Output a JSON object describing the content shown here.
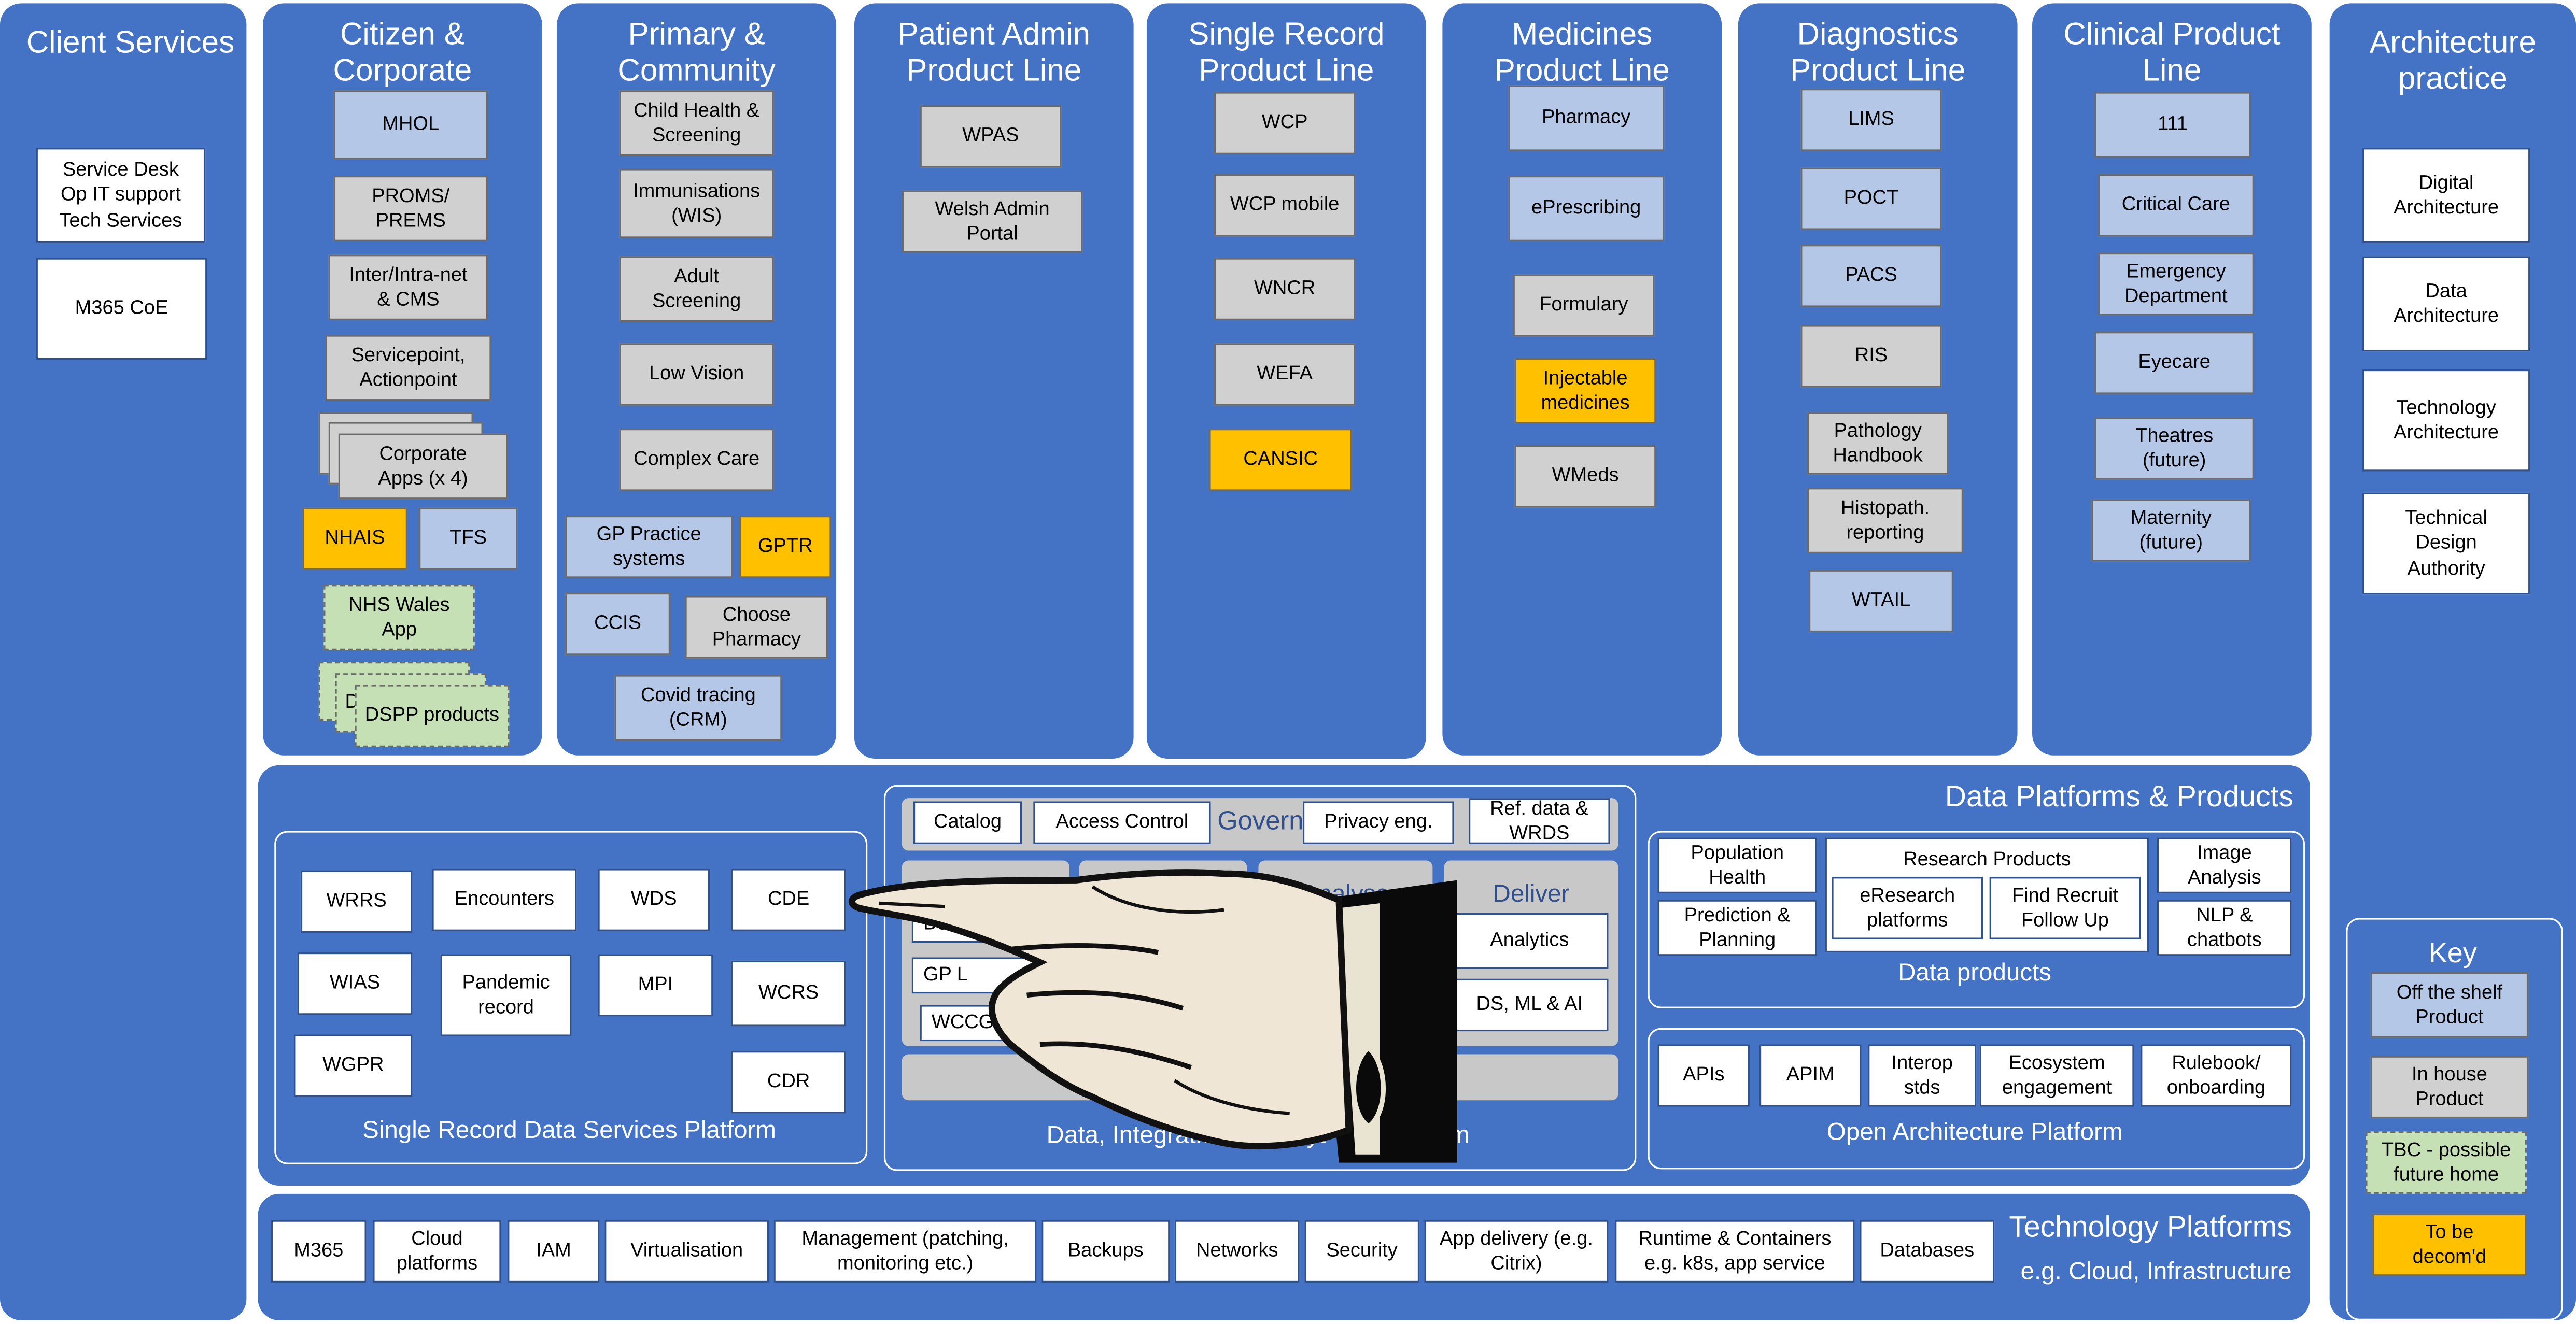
{
  "client_services": {
    "title": "Client Services",
    "items": [
      "Service Desk\nOp IT support\nTech Services",
      "M365 CoE"
    ]
  },
  "citizen": {
    "title": "Citizen &\nCorporate",
    "items": [
      "MHOL",
      "PROMS/\nPREMS",
      "Inter/Intra-net\n& CMS",
      "Servicepoint,\nActionpoint",
      "Corporate\nApps (x 4)",
      "NHAIS",
      "TFS",
      "NHS Wales\nApp",
      "D",
      "DSPP products"
    ]
  },
  "primary": {
    "title": "Primary &\nCommunity",
    "items": [
      "Child Health &\nScreening",
      "Immunisations\n(WIS)",
      "Adult\nScreening",
      "Low Vision",
      "Complex Care",
      "GP Practice\nsystems",
      "GPTR",
      "CCIS",
      "Choose\nPharmacy",
      "Covid tracing\n(CRM)"
    ]
  },
  "patient_admin": {
    "title": "Patient Admin\nProduct Line",
    "items": [
      "WPAS",
      "Welsh Admin\nPortal"
    ]
  },
  "single_record": {
    "title": "Single Record\nProduct Line",
    "items": [
      "WCP",
      "WCP  mobile",
      "WNCR",
      "WEFA",
      "CANSIC"
    ]
  },
  "medicines": {
    "title": "Medicines\nProduct Line",
    "items": [
      "Pharmacy",
      "ePrescribing",
      "Formulary",
      "Injectable\nmedicines",
      "WMeds"
    ]
  },
  "diagnostics": {
    "title": "Diagnostics\nProduct Line",
    "items": [
      "LIMS",
      "POCT",
      "PACS",
      "RIS",
      "Pathology\nHandbook",
      "Histopath.\nreporting",
      "WTAIL"
    ]
  },
  "clinical": {
    "title": "Clinical Product\nLine",
    "items": [
      "111",
      "Critical Care",
      "Emergency\nDepartment",
      "Eyecare",
      "Theatres\n(future)",
      "Maternity\n(future)"
    ]
  },
  "architecture": {
    "title": "Architecture\npractice",
    "items": [
      "Digital\nArchitecture",
      "Data\nArchitecture",
      "Technology\nArchitecture",
      "Technical\nDesign\nAuthority"
    ]
  },
  "key": {
    "title": "Key",
    "items": [
      "Off the shelf\nProduct",
      "In house\nProduct",
      "TBC - possible\nfuture home",
      "To be\ndecom'd"
    ]
  },
  "data_platforms": {
    "title": "Data Platforms & Products",
    "srds": {
      "label": "Single Record Data Services Platform",
      "items": [
        "WRRS",
        "Encounters",
        "WDS",
        "CDE",
        "WIAS",
        "Pandemic\nrecord",
        "MPI",
        "WCRS",
        "WGPR",
        "CDR"
      ]
    },
    "dia": {
      "label": "Data, Integration & Analyt",
      "label_tail": "m",
      "govern": "Govern",
      "govern_items": [
        "Catalog",
        "Access Control",
        "Privacy eng.",
        "Ref. data &\nWRDS"
      ],
      "analyse": "Analyse",
      "deliver": "Deliver",
      "left_items": [
        "D&I",
        "GP L",
        "WCCG"
      ],
      "deliver_items": [
        "Analytics",
        "DS, ML & AI"
      ]
    },
    "products": {
      "label": "Data products",
      "items": [
        "Population\nHealth",
        "Prediction &\nPlanning",
        "Research Products",
        "eResearch\nplatforms",
        "Find Recruit\nFollow Up",
        "Image\nAnalysis",
        "NLP &\nchatbots"
      ]
    },
    "open_arch": {
      "label": "Open Architecture Platform",
      "items": [
        "APIs",
        "APIM",
        "Interop\nstds",
        "Ecosystem\nengagement",
        "Rulebook/\nonboarding"
      ]
    }
  },
  "tech_platforms": {
    "title": "Technology Platforms",
    "subtitle": "e.g. Cloud, Infrastructure",
    "items": [
      "M365",
      "Cloud\nplatforms",
      "IAM",
      "Virtualisation",
      "Management (patching,\nmonitoring etc.)",
      "Backups",
      "Networks",
      "Security",
      "App delivery (e.g.\nCitrix)",
      "Runtime & Containers\ne.g. k8s, app service",
      "Databases"
    ]
  },
  "colors": {
    "panel": "#4472C4",
    "off_shelf": "#B4C7E7",
    "in_house": "#D0D0D0",
    "tbc": "#C5E0B4",
    "decom": "#FFC000"
  }
}
